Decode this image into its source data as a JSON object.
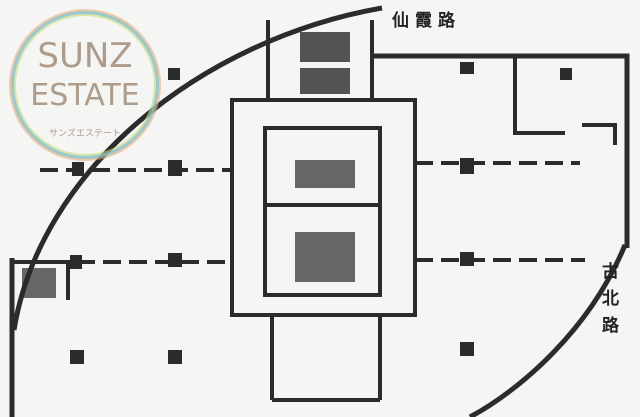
{
  "logo": {
    "line1": "SUNZ",
    "line2": "ESTATE",
    "line3": "サンズエステート"
  },
  "roads": {
    "top": "仙霞路",
    "right": "古北路"
  },
  "colors": {
    "wall": "#2b2b2b",
    "background": "#f5f5f3"
  }
}
